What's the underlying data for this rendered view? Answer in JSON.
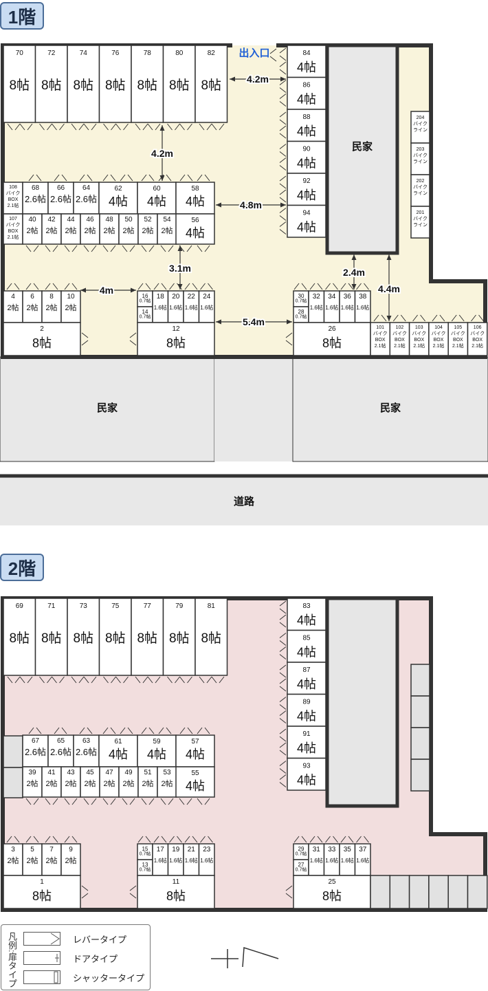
{
  "floors": {
    "f1": {
      "label": "1階",
      "entrance": "出入口"
    },
    "f2": {
      "label": "2階"
    }
  },
  "neighbors": {
    "house": "民家",
    "road": "道路"
  },
  "tatami": {
    "t8": "8帖",
    "t4": "4帖",
    "t26": "2.6帖",
    "t2": "2帖",
    "t21": "2.1帖",
    "t16": "1.6帖",
    "t07": "0.7帖"
  },
  "bike": {
    "box": "バイク BOX",
    "line": "バイク ライン"
  },
  "distances": {
    "d42": "4.2m",
    "d48": "4.8m",
    "d31": "3.1m",
    "d4": "4m",
    "d54": "5.4m",
    "d24": "2.4m",
    "d44": "4.4m"
  },
  "legend": {
    "title": "凡例:扉タイプ",
    "items": [
      "レバータイプ",
      "ドアタイプ",
      "シャッタータイプ"
    ]
  },
  "colors": {
    "f1_floor": "#f9f4dc",
    "f2_floor": "#f2dede",
    "wall": "#333333",
    "neighbor": "#e8e8e8",
    "badge": "#c9dcf2",
    "entrance": "#1f5fd6"
  }
}
